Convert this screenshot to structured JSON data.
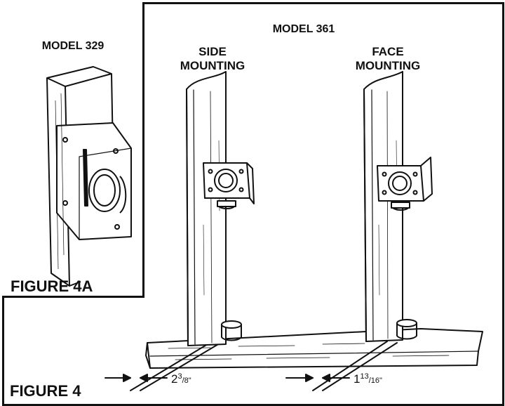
{
  "inset": {
    "model_label": "MODEL 329",
    "figure_label": "FIGURE 4A"
  },
  "main": {
    "model_label": "MODEL 361",
    "side_label_line1": "SIDE",
    "side_label_line2": "MOUNTING",
    "face_label_line1": "FACE",
    "face_label_line2": "MOUNTING",
    "figure_label": "FIGURE 4",
    "dim_side_whole": "2",
    "dim_side_num": "3",
    "dim_side_den": "/8\"",
    "dim_face_whole": "1",
    "dim_face_num": "13",
    "dim_face_den": "/16\""
  },
  "colors": {
    "ink": "#111111",
    "paper": "#ffffff"
  }
}
